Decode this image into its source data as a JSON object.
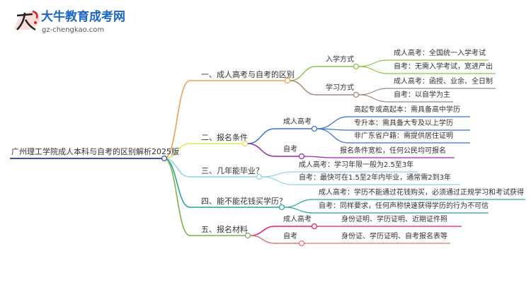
{
  "brand": {
    "title": "大牛教育成考网",
    "url": "gz-chengkao.com",
    "logo_text": "大牛",
    "colors": {
      "brand": "#1a66c9",
      "accent": "#e02020"
    }
  },
  "root": {
    "label": "广州理工学院成人本科与自考的区别解析2025版"
  },
  "branches": [
    {
      "label": "一、成人高考与自考的区别",
      "color": "#f0a050",
      "children": [
        {
          "label": "入学方式",
          "color": "#8bc34a",
          "children": [
            {
              "label": "成人高考：全国统一入学考试"
            },
            {
              "label": "自考：无需入学考试，宽进严出"
            }
          ]
        },
        {
          "label": "学习方式",
          "color": "#a1887f",
          "children": [
            {
              "label": "成人高考：函授、业余、全日制"
            },
            {
              "label": "自考：以自学为主"
            }
          ]
        }
      ]
    },
    {
      "label": "二、报名条件",
      "color": "#e3e35a",
      "children": [
        {
          "label": "成人高考",
          "color": "#3f6fd8",
          "children": [
            {
              "label": "高起专或高起本：需具备高中学历"
            },
            {
              "label": "专升本：需具备大专及以上学历"
            },
            {
              "label": "非广东省户籍：需提供居住证明"
            }
          ]
        },
        {
          "label": "自考",
          "color": "#9c27b0",
          "children": [
            {
              "label": "报名条件宽松，任何公民均可报名"
            }
          ]
        }
      ]
    },
    {
      "label": "三、几年能毕业？",
      "color": "#8fd3e8",
      "children": [
        {
          "label": "成人高考：学习年限一般为2.5至3年"
        },
        {
          "label": "自考：最快可在1.5至2年内毕业，通常需2到3年"
        }
      ]
    },
    {
      "label": "四、能不能花钱买学历？",
      "color": "#26a69a",
      "children": [
        {
          "label": "成人高考：学历不能通过花钱购买，必须通过正规学习和考试获得"
        },
        {
          "label": "自考：同样要求，任何声称快速获得学历的行为不可信"
        }
      ]
    },
    {
      "label": "五、报名材料",
      "color": "#7cb342",
      "children": [
        {
          "label": "成人高考",
          "color": "#e91e63",
          "children": [
            {
              "label": "身份证明、学历证明、近期证件照"
            }
          ]
        },
        {
          "label": "自考",
          "color": "#e57373",
          "children": [
            {
              "label": "身份证、学历证明、自考报名表等"
            }
          ]
        }
      ]
    }
  ]
}
